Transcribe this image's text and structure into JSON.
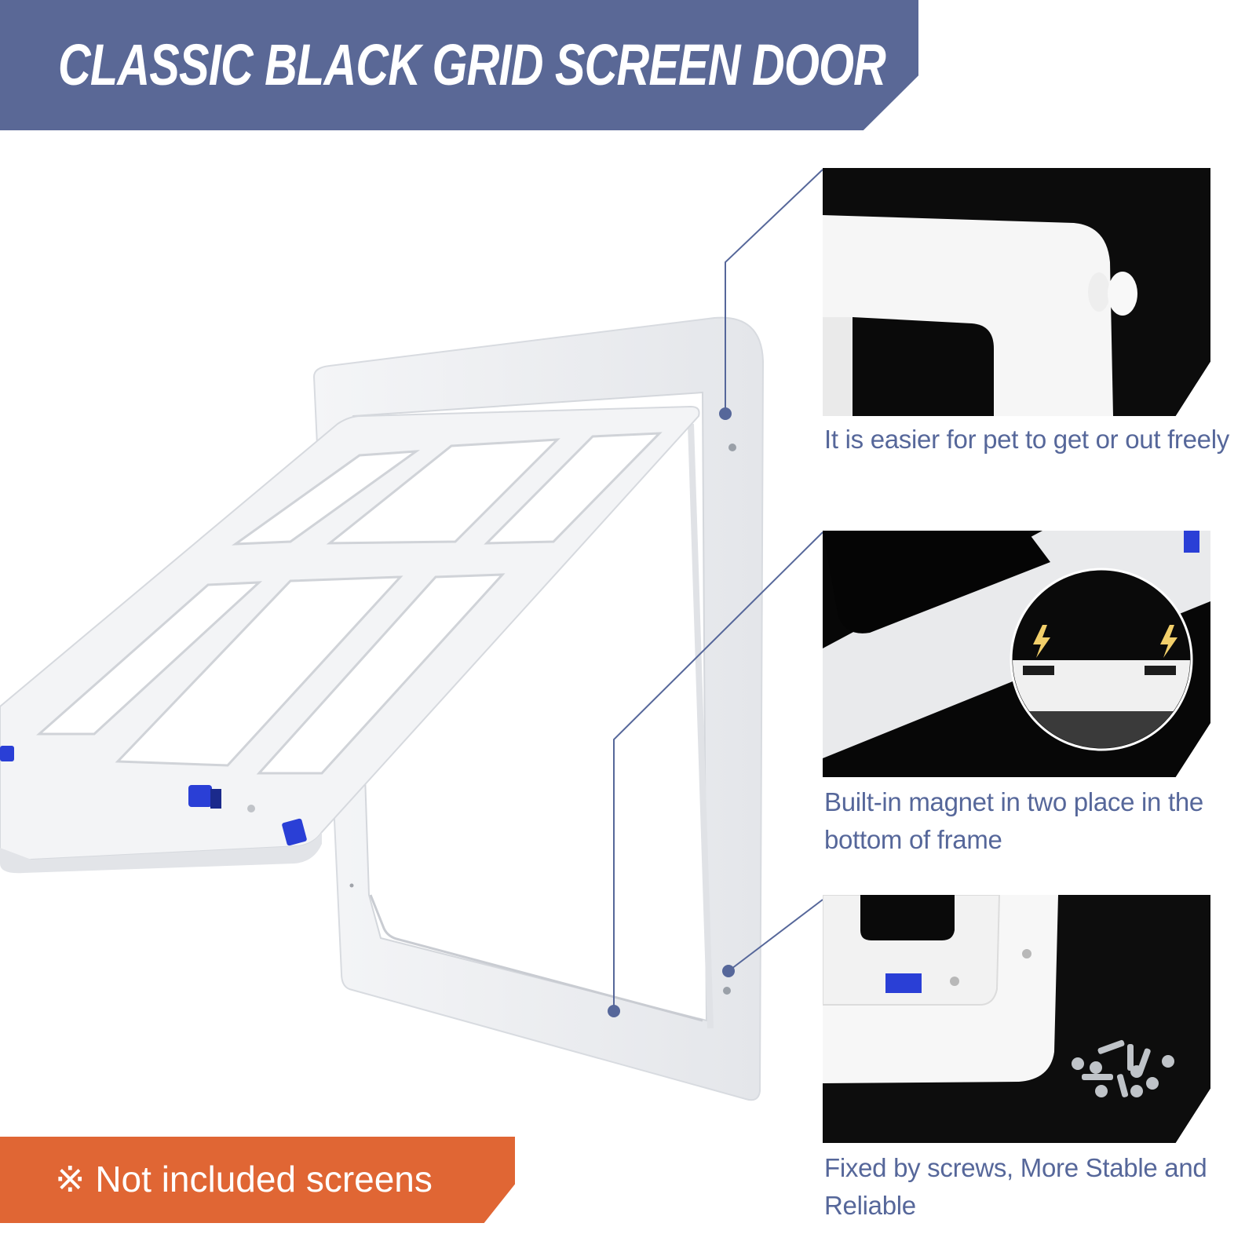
{
  "header": {
    "title": "CLASSIC BLACK GRID SCREEN DOOR",
    "background_color": "#5a6896"
  },
  "note": {
    "symbol": "※",
    "text": "Not included screens",
    "background_color": "#e06634"
  },
  "product": {
    "description": "White pet screen door frame with open grid flap",
    "frame_color": "#ffffff",
    "latch_color": "#2a3fd6"
  },
  "callout_color": "#56679a",
  "features": [
    {
      "caption": "It is easier for pet to get or out freely",
      "image": "frame-corner-knob-closeup"
    },
    {
      "caption": "Built-in magnet in two place in the bottom of frame",
      "image": "magnet-closeup-with-lightning-icons"
    },
    {
      "caption": "Fixed by screws, More Stable and Reliable",
      "image": "frame-screws-closeup"
    }
  ],
  "magnet_icon_color": "#f2cf6a"
}
